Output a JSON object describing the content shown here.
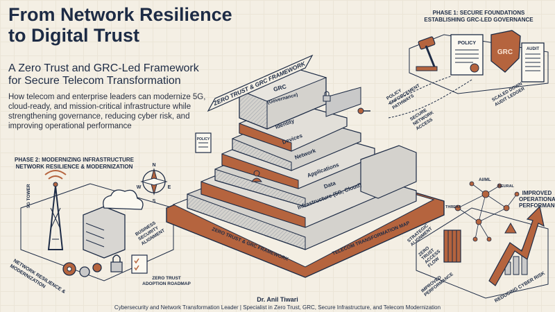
{
  "header": {
    "title_line1": "From Network Resilience",
    "title_line2": "to Digital Trust",
    "subtitle_line1": "A Zero Trust and GRC-Led Framework",
    "subtitle_line2": "for Secure Telecom Transformation",
    "description": "How telecom and enterprise leaders can modernize 5G, cloud-ready, and mission-critical infrastructure while strengthening governance, reducing cyber risk, and improving operational performance"
  },
  "phase1": {
    "title_line1": "PHASE 1: SECURE FOUNDATIONS",
    "title_line2": "ESTABLISHING GRC-LED GOVERNANCE",
    "policy_label": "POLICY",
    "grc_label": "GRC",
    "audit_label": "AUDIT",
    "ledger_label": "SCALED DOWN AUDIT LEDGER",
    "pathways_label": "POLICY ENFORCEMENT PATHWAYS",
    "access_label": "SECURE NETWORK ACCESS"
  },
  "phase2": {
    "title_line1": "PHASE 2: MODERNIZING INFRASTRUCTURE",
    "title_line2": "NETWORK RESILIENCE & MODERNIZATION",
    "tower_label": "5G TOWER",
    "alignment_label": "BUSINESS SECURITY ALIGNMENT",
    "roadmap_line1": "ZERO TRUST",
    "roadmap_line2": "ADOPTION ROADMAP",
    "corner_label": "NETWORK RESILIENCE & MODERNIZATION",
    "compass": {
      "n": "N",
      "s": "S",
      "w": "W",
      "e": "E"
    }
  },
  "framework": {
    "top_banner": "ZERO TRUST & GRC FRAMEWORK",
    "base_label": "ZERO TRUST & GRC FRAMEWORK",
    "map_label": "TELECOM TRANSFORMATION MAP",
    "policy_icon": "POLICY",
    "layers": [
      {
        "name": "GRC"
      },
      {
        "name": "(Governance)"
      },
      {
        "name": "Identity"
      },
      {
        "name": "Devices"
      },
      {
        "name": "Network"
      },
      {
        "name": "Applications"
      },
      {
        "name": "Data"
      },
      {
        "name": "Infrastructure (5G, Cloud)"
      }
    ]
  },
  "phase3": {
    "ai_label": "AI/ML",
    "neural_label": "NEURAL",
    "threat_label": "THREAT",
    "operational_line1": "IMPROVED",
    "operational_line2": "OPERATIONAL",
    "operational_line3": "PERFORMANCE",
    "strategic_label": "STRATEGIC ALIGNMENT",
    "access_flow_label": "ZERO TRUST ACCESS FLOW",
    "performance_label": "IMPROVED PERFORMANCE",
    "risk_label": "REDUCING CYBER RISK"
  },
  "footer": {
    "author": "Dr. Anil Tiwari",
    "role": "Cybersecurity and Network Transformation Leader | Specialist in Zero Trust, GRC, Secure Infrastructure, and Telecom Modernization"
  },
  "colors": {
    "navy": "#1d2b45",
    "rust": "#b5643e",
    "paper": "#f4efe4",
    "grey": "#c9c9c9"
  }
}
